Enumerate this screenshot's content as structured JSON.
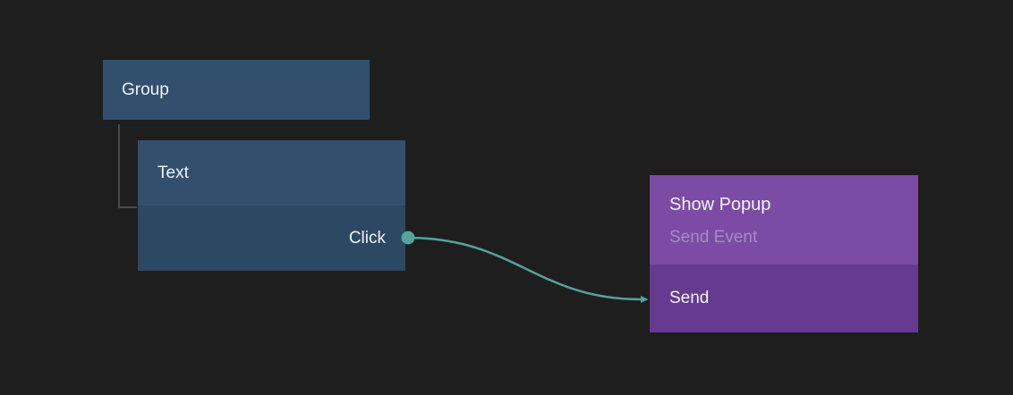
{
  "nodes": {
    "group": {
      "label": "Group"
    },
    "text": {
      "label": "Text",
      "event_label": "Click"
    },
    "popup": {
      "title": "Show Popup",
      "subtitle": "Send Event",
      "action_label": "Send"
    }
  },
  "connections": [
    {
      "from": "text.click-output-port",
      "to": "popup.send-input",
      "style": "curved-arrow"
    }
  ],
  "colors": {
    "background": "#1f1e1f",
    "node-blue": "#32506e",
    "node-blue-dark": "#2d4862",
    "node-purple": "#7c4ba6",
    "node-purple-dark": "#663a90",
    "text-light": "#f2f4f6",
    "text-muted-purple": "#a48bc4",
    "wire-teal": "#55a39a",
    "line-gray": "#4a4a4a"
  }
}
